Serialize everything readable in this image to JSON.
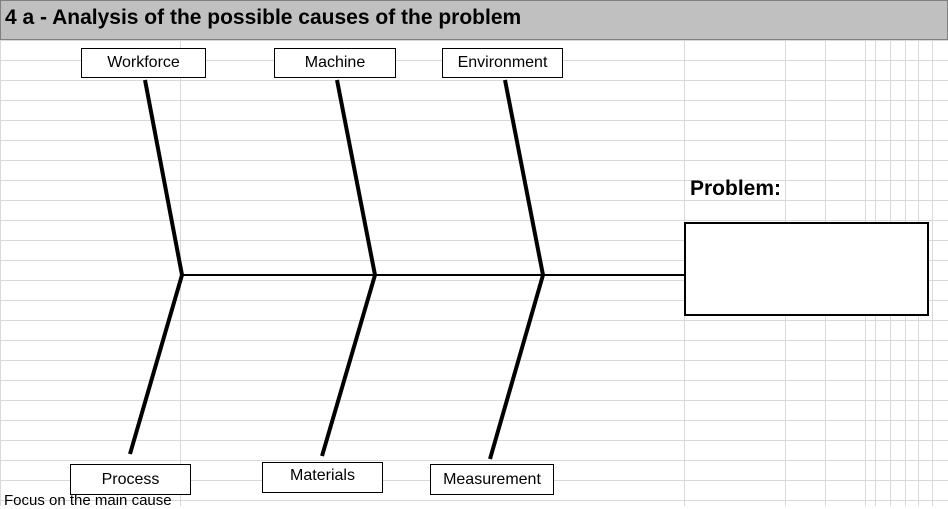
{
  "header": {
    "title": "4 a - Analysis of the possible causes of the problem"
  },
  "categories": {
    "top": [
      "Workforce",
      "Machine",
      "Environment"
    ],
    "bottom": [
      "Process",
      "Materials",
      "Measurement"
    ]
  },
  "problem": {
    "label": "Problem:",
    "value": ""
  },
  "footnote": "Focus on the main cause",
  "colors": {
    "header_bg": "#c0c0c0",
    "grid": "#d9d9d9",
    "lines": "#000000"
  }
}
